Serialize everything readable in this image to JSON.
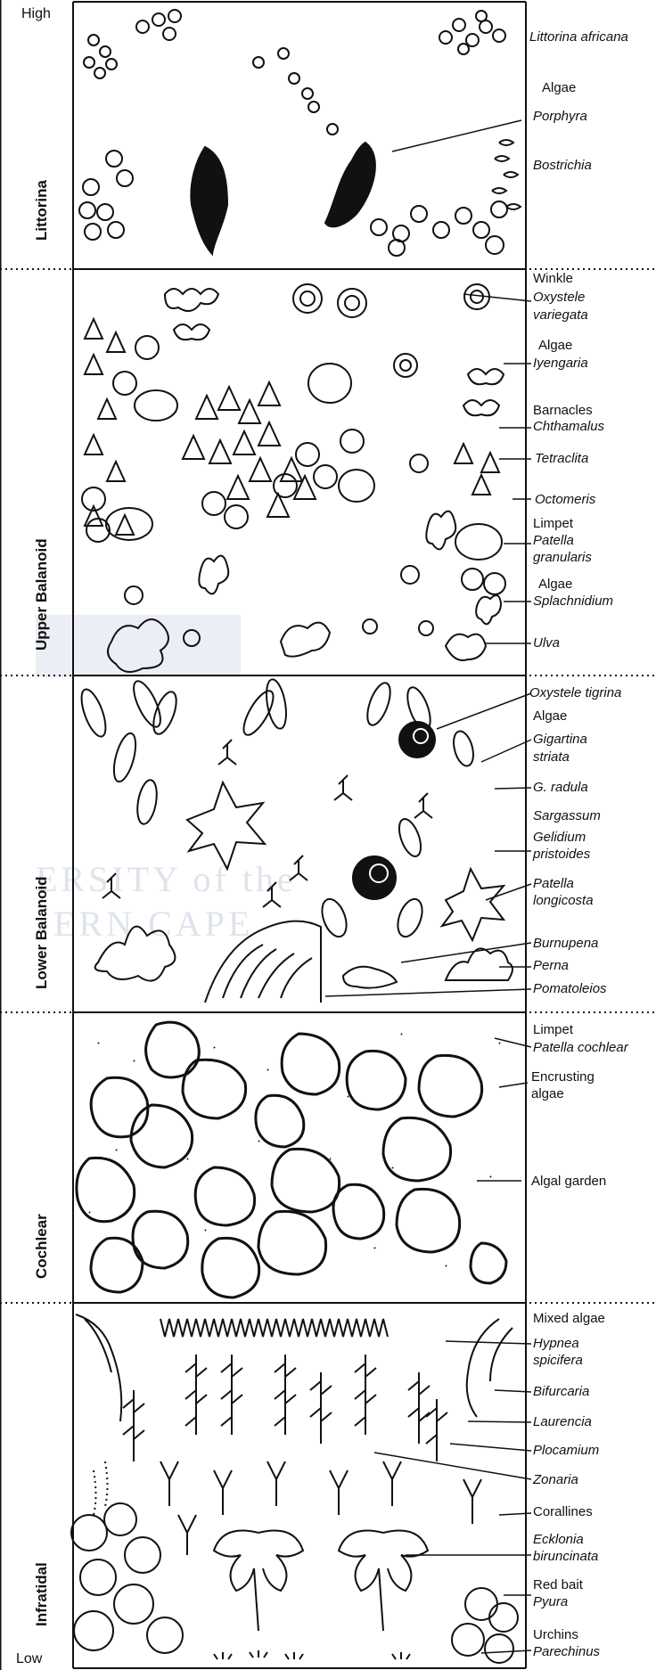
{
  "gradient": {
    "high": "High",
    "low": "Low"
  },
  "watermark": {
    "line1": "ERSITY of the",
    "line2": "ERN CAPE"
  },
  "zones": [
    {
      "name": "Littorina",
      "labels": [
        {
          "text": "Littorina africana",
          "italic": true
        },
        {
          "text": "Algae",
          "italic": false
        },
        {
          "text": "Porphyra",
          "italic": true
        },
        {
          "text": "Bostrichia",
          "italic": true
        }
      ]
    },
    {
      "name": "Upper Balanoid",
      "labels": [
        {
          "text": "Winkle",
          "italic": false
        },
        {
          "text": "Oxystele",
          "italic": true
        },
        {
          "text": "variegata",
          "italic": true
        },
        {
          "text": "Algae",
          "italic": false
        },
        {
          "text": "Iyengaria",
          "italic": true
        },
        {
          "text": "Barnacles",
          "italic": false
        },
        {
          "text": "Chthamalus",
          "italic": true
        },
        {
          "text": "Tetraclita",
          "italic": true
        },
        {
          "text": "Octomeris",
          "italic": true
        },
        {
          "text": "Limpet",
          "italic": false
        },
        {
          "text": "Patella",
          "italic": true
        },
        {
          "text": "granularis",
          "italic": true
        },
        {
          "text": "Algae",
          "italic": false
        },
        {
          "text": "Splachnidium",
          "italic": true
        },
        {
          "text": "Ulva",
          "italic": true
        }
      ]
    },
    {
      "name": "Lower Balanoid",
      "labels": [
        {
          "text": "Oxystele tigrina",
          "italic": true
        },
        {
          "text": "Algae",
          "italic": false
        },
        {
          "text": "Gigartina",
          "italic": true
        },
        {
          "text": "striata",
          "italic": true
        },
        {
          "text": "G. radula",
          "italic": true
        },
        {
          "text": "Sargassum",
          "italic": true
        },
        {
          "text": "Gelidium",
          "italic": true
        },
        {
          "text": "pristoides",
          "italic": true
        },
        {
          "text": "Patella",
          "italic": true
        },
        {
          "text": "longicosta",
          "italic": true
        },
        {
          "text": "Burnupena",
          "italic": true
        },
        {
          "text": "Perna",
          "italic": true
        },
        {
          "text": "Pomatoleios",
          "italic": true
        }
      ]
    },
    {
      "name": "Cochlear",
      "labels": [
        {
          "text": "Limpet",
          "italic": false
        },
        {
          "text": "Patella cochlear",
          "italic": true
        },
        {
          "text": "Encrusting",
          "italic": false
        },
        {
          "text": "algae",
          "italic": false
        },
        {
          "text": "Algal garden",
          "italic": false
        }
      ]
    },
    {
      "name": "Infratidal",
      "labels": [
        {
          "text": "Mixed algae",
          "italic": false
        },
        {
          "text": "Hypnea",
          "italic": true
        },
        {
          "text": "spicifera",
          "italic": true
        },
        {
          "text": "Bifurcaria",
          "italic": true
        },
        {
          "text": "Laurencia",
          "italic": true
        },
        {
          "text": "Plocamium",
          "italic": true
        },
        {
          "text": "Zonaria",
          "italic": true
        },
        {
          "text": "Corallines",
          "italic": false
        },
        {
          "text": "Ecklonia",
          "italic": true
        },
        {
          "text": "biruncinata",
          "italic": true
        },
        {
          "text": "Red bait",
          "italic": false
        },
        {
          "text": "Pyura",
          "italic": true
        },
        {
          "text": "Urchins",
          "italic": false
        },
        {
          "text": "Parechinus",
          "italic": true
        }
      ]
    }
  ]
}
